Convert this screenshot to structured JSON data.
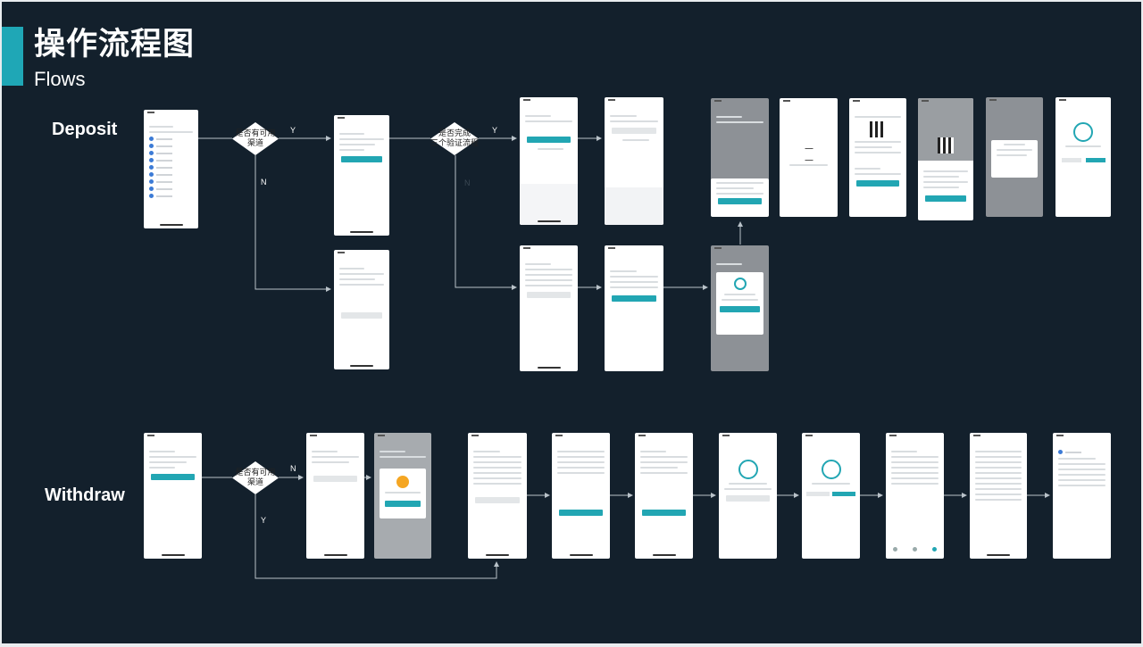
{
  "header": {
    "title_cn": "操作流程图",
    "title_en": "Flows"
  },
  "rows": {
    "deposit_label": "Deposit",
    "withdraw_label": "Withdraw"
  },
  "decisions": {
    "deposit_channel": "是否有可用渠道",
    "deposit_verify_line1": "是否完成",
    "deposit_verify_line2": "三个验证流程",
    "withdraw_channel": "是否有可用渠道"
  },
  "edge_labels": {
    "deposit_channel_yes": "Y",
    "deposit_channel_no": "N",
    "deposit_verify_yes": "Y",
    "deposit_verify_no": "N",
    "withdraw_channel_no": "N",
    "withdraw_channel_yes": "Y"
  },
  "colors": {
    "background": "#13202c",
    "accent": "#1fa7b6",
    "connector": "#b9c2c9",
    "decision_fill": "#ffffff"
  }
}
